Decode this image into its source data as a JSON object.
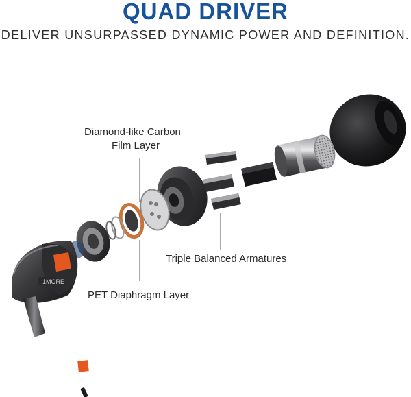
{
  "header": {
    "title": "QUAD DRIVER",
    "subtitle": "DELIVER UNSURPASSED DYNAMIC POWER AND DEFINITION."
  },
  "callouts": {
    "carbon_line1": "Diamond-like Carbon",
    "carbon_line2": "Film Layer",
    "armatures": "Triple Balanced Armatures",
    "pet": "PET Diaphragm Layer"
  },
  "illustration": {
    "logo_text": "1MORE"
  },
  "colors": {
    "title": "#16539b",
    "accent_orange": "#e2581f",
    "shell": "#3a3a3c"
  }
}
